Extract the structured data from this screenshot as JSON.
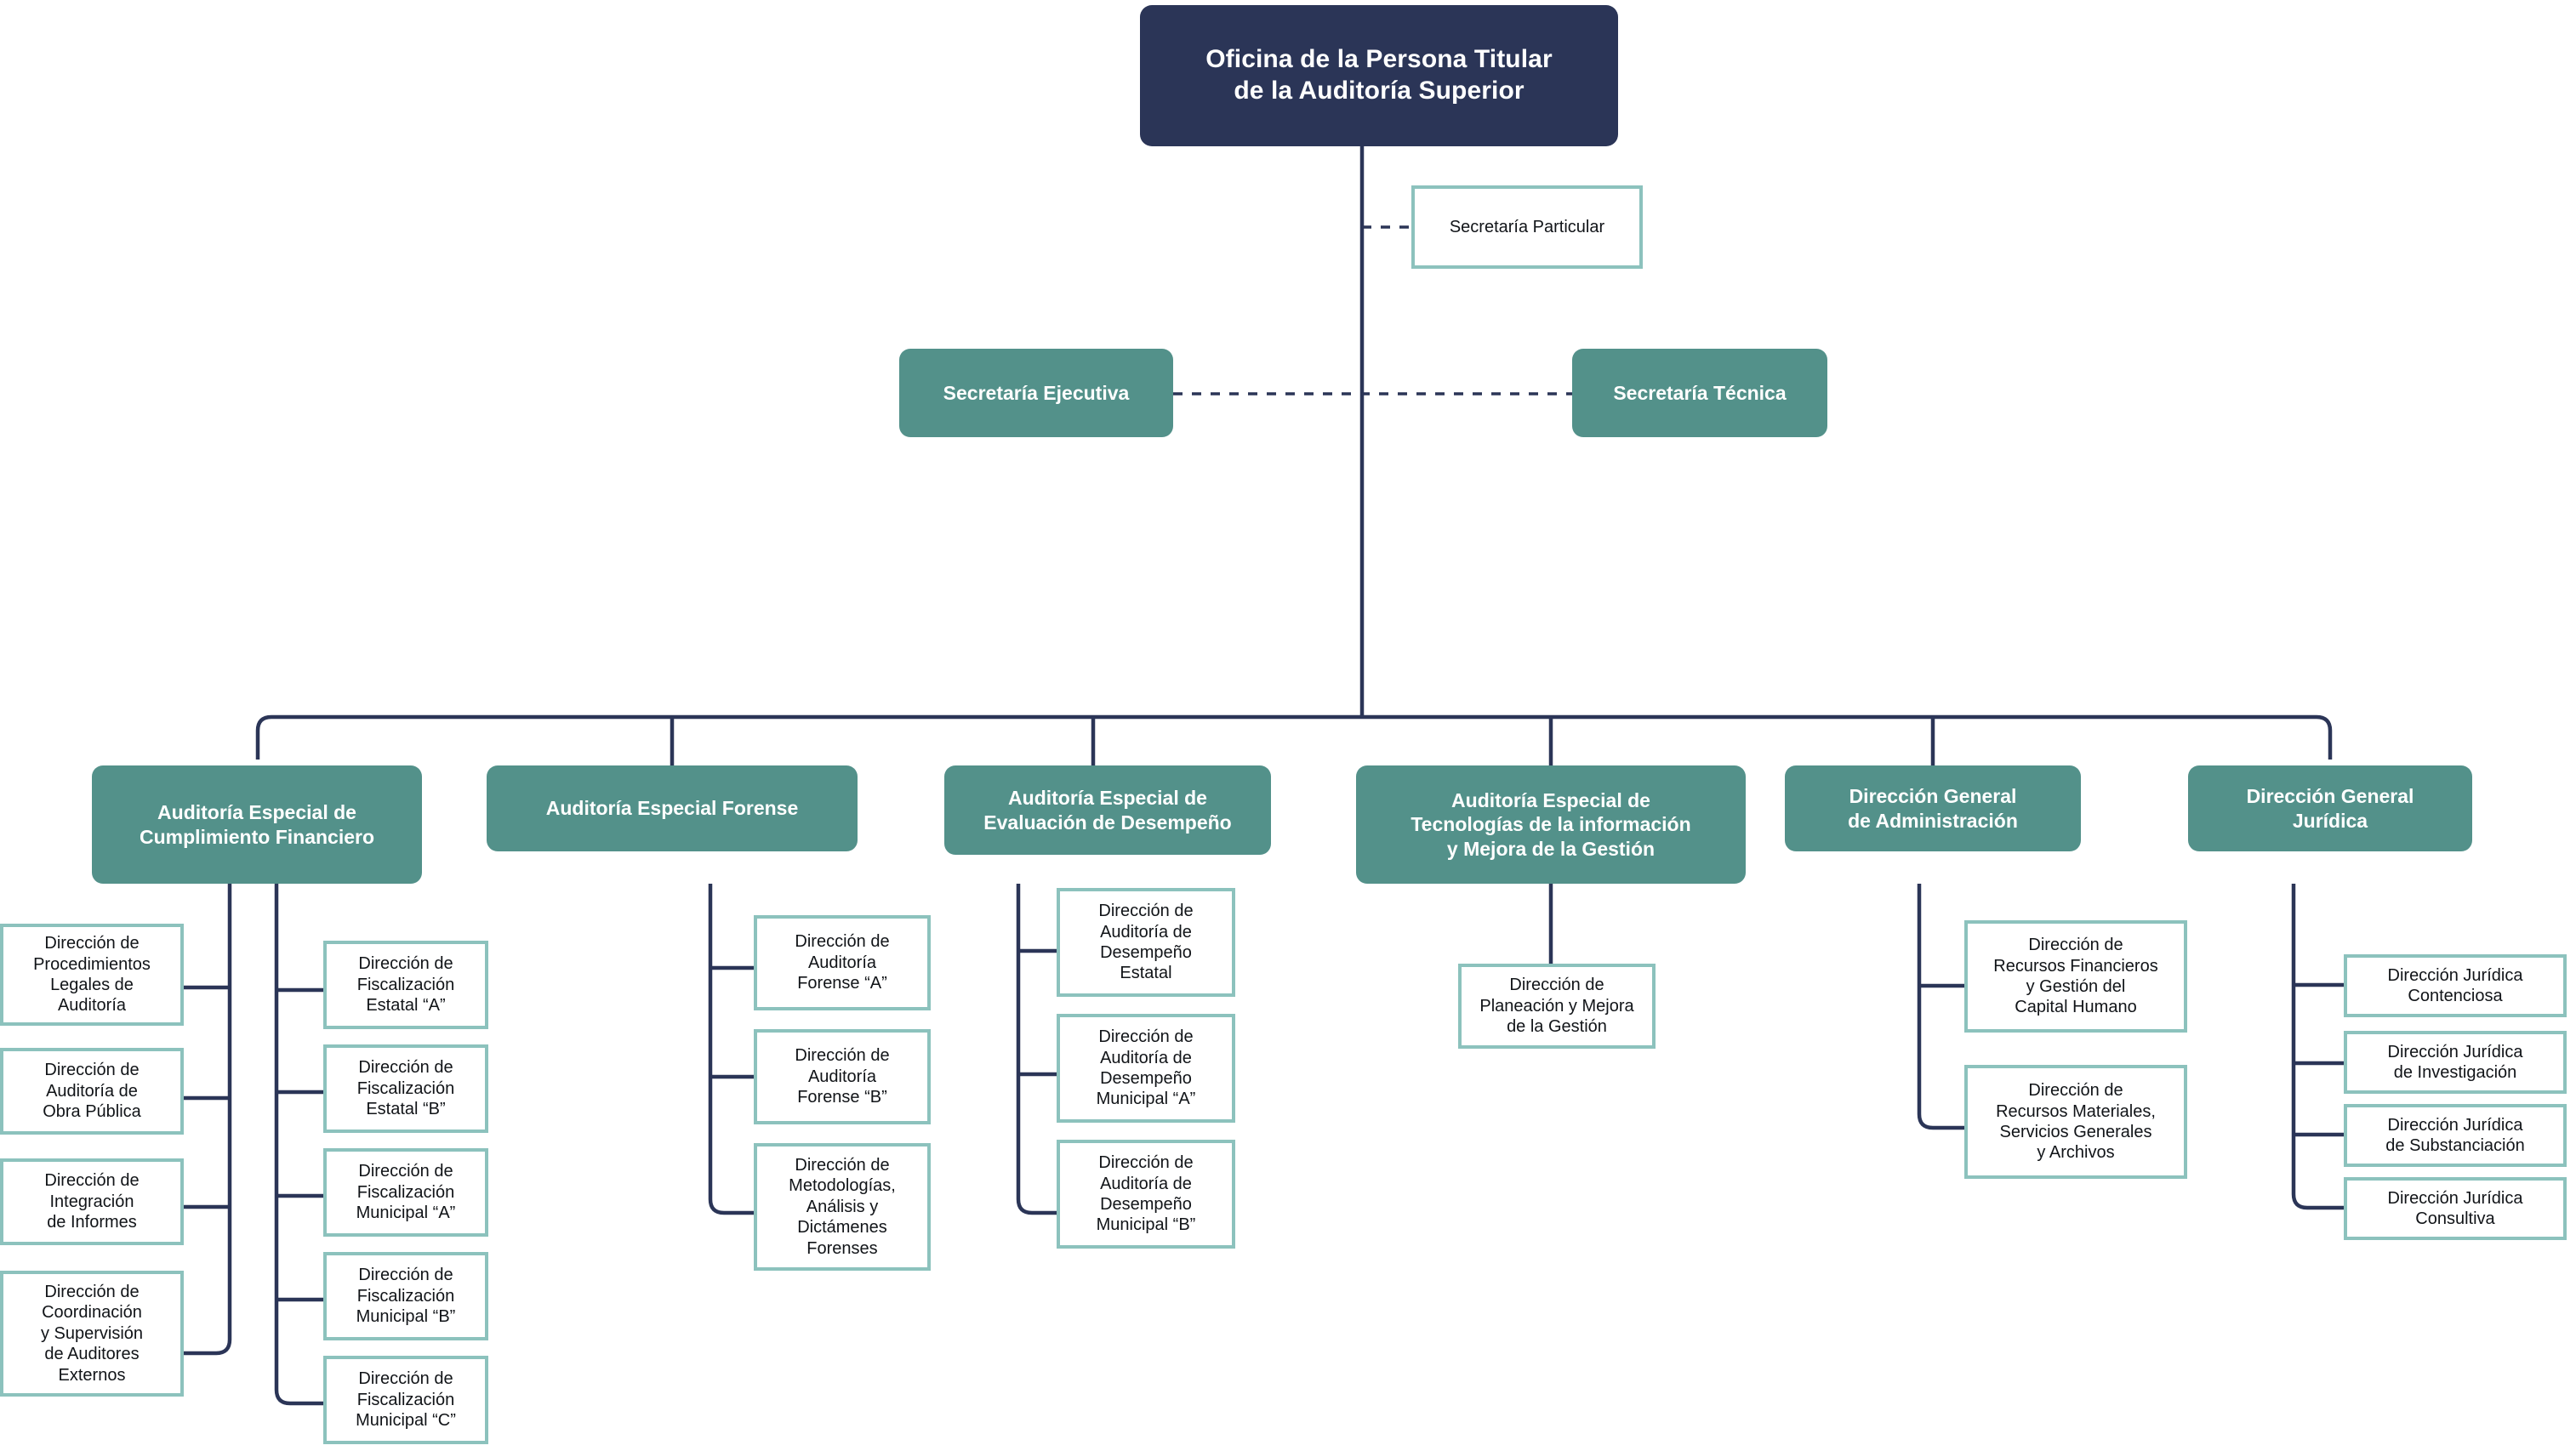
{
  "diagram": {
    "title": "Organigrama Auditoria Superior",
    "type": "organization-chart",
    "colors": {
      "root_fill": "#2b3557",
      "unit_fill": "#53918a",
      "leaf_border": "#8cc2bd",
      "leaf_fill": "#ffffff",
      "connector": "#2b3557",
      "text_on_fill": "#ffffff",
      "text_on_leaf": "#111418",
      "background": "#ffffff"
    },
    "root": {
      "label": "Oficina de la Persona Titular\nde la Auditoría Superior"
    },
    "staff": [
      {
        "label": "Secretaría Particular",
        "style": "leaf",
        "link": "dashed"
      },
      {
        "label": "Secretaría Ejecutiva",
        "style": "unit",
        "link": "dashed"
      },
      {
        "label": "Secretaría Técnica",
        "style": "unit",
        "link": "dashed"
      }
    ],
    "units": [
      {
        "label": "Auditoría Especial de\nCumplimiento Financiero",
        "children_groups": [
          [
            "Dirección de\nProcedimientos\nLegales de\nAuditoría",
            "Dirección de\nAuditoría de\nObra Pública",
            "Dirección de\nIntegración\nde Informes",
            "Dirección de\nCoordinación\ny Supervisión\nde Auditores\nExternos"
          ],
          [
            "Dirección de\nFiscalización\nEstatal “A”",
            "Dirección de\nFiscalización\nEstatal “B”",
            "Dirección de\nFiscalización\nMunicipal “A”",
            "Dirección de\nFiscalización\nMunicipal “B”",
            "Dirección de\nFiscalización\nMunicipal “C”"
          ]
        ]
      },
      {
        "label": "Auditoría Especial Forense",
        "children_groups": [
          [
            "Dirección de\nAuditoría\nForense “A”",
            "Dirección de\nAuditoría\nForense “B”",
            "Dirección de\nMetodologías,\nAnálisis y\nDictámenes\nForenses"
          ]
        ]
      },
      {
        "label": "Auditoría Especial de\nEvaluación de Desempeño",
        "children_groups": [
          [
            "Dirección de\nAuditoría de\nDesempeño\nEstatal",
            "Dirección de\nAuditoría de\nDesempeño\nMunicipal “A”",
            "Dirección de\nAuditoría de\nDesempeño\nMunicipal “B”"
          ]
        ]
      },
      {
        "label": "Auditoría Especial de\nTecnologías de la información\ny Mejora de la Gestión",
        "children_groups": [
          [
            "Dirección de\nPlaneación y Mejora\nde la Gestión"
          ]
        ]
      },
      {
        "label": "Dirección General\nde Administración",
        "children_groups": [
          [
            "Dirección de\nRecursos Financieros\ny Gestión del\nCapital Humano",
            "Dirección de\nRecursos Materiales,\nServicios Generales\ny Archivos"
          ]
        ]
      },
      {
        "label": "Dirección General\nJurídica",
        "children_groups": [
          [
            "Dirección Jurídica\nContenciosa",
            "Dirección Jurídica\nde Investigación",
            "Dirección Jurídica\nde Substanciación",
            "Dirección Jurídica\nConsultiva"
          ]
        ]
      }
    ]
  }
}
